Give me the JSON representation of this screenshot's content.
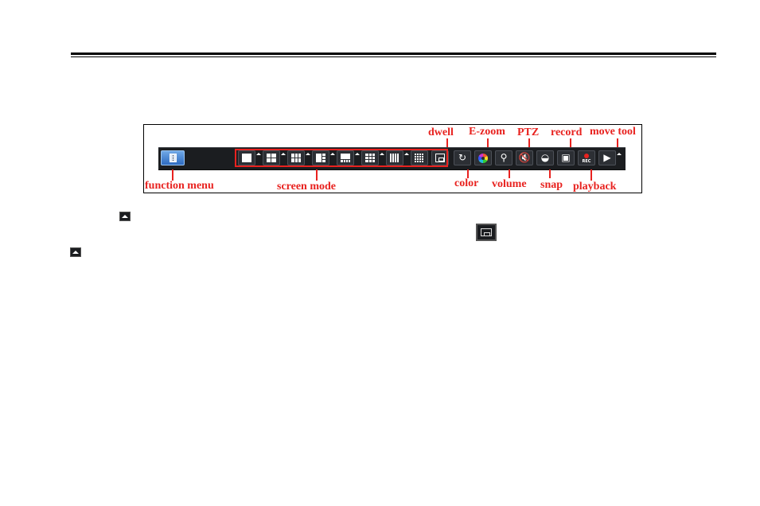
{
  "figure": {
    "labels": {
      "function_menu": "function menu",
      "screen_mode": "screen mode",
      "dwell": "dwell",
      "e_zoom": "E-zoom",
      "ptz": "PTZ",
      "record": "record",
      "move_tool": "move tool",
      "color": "color",
      "volume": "volume",
      "snap": "snap",
      "playback": "playback"
    },
    "toolbar": {
      "record_text": "REC",
      "screen_modes": [
        "one-split-icon",
        "four-split-icon",
        "six-split-icon",
        "eight-split-icon",
        "ten-split-icon",
        "nine-split-icon",
        "thirteen-split-icon",
        "sixteen-split-icon",
        "pip-icon"
      ],
      "accent_red": "#e8221f"
    }
  }
}
